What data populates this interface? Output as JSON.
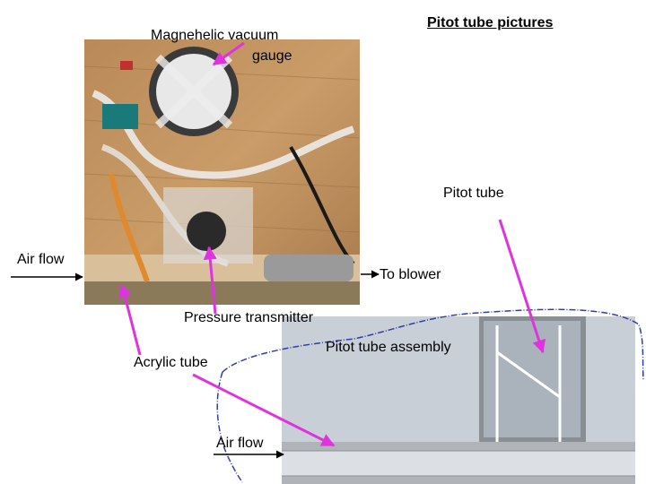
{
  "title": "Pitot tube pictures",
  "labels": {
    "gauge_line1": "Magnehelic vacuum",
    "gauge_line2": "gauge",
    "pitot_tube": "Pitot tube",
    "air_flow_top": "Air flow",
    "to_blower": "To blower",
    "pressure_transmitter": "Pressure transmitter",
    "pitot_assembly": "Pitot tube assembly",
    "acrylic_tube": "Acrylic tube",
    "air_flow_bottom": "Air flow"
  },
  "colors": {
    "pointer_arrows": "#e033e0",
    "outline": "#2f3fa8",
    "text": "#000000"
  }
}
